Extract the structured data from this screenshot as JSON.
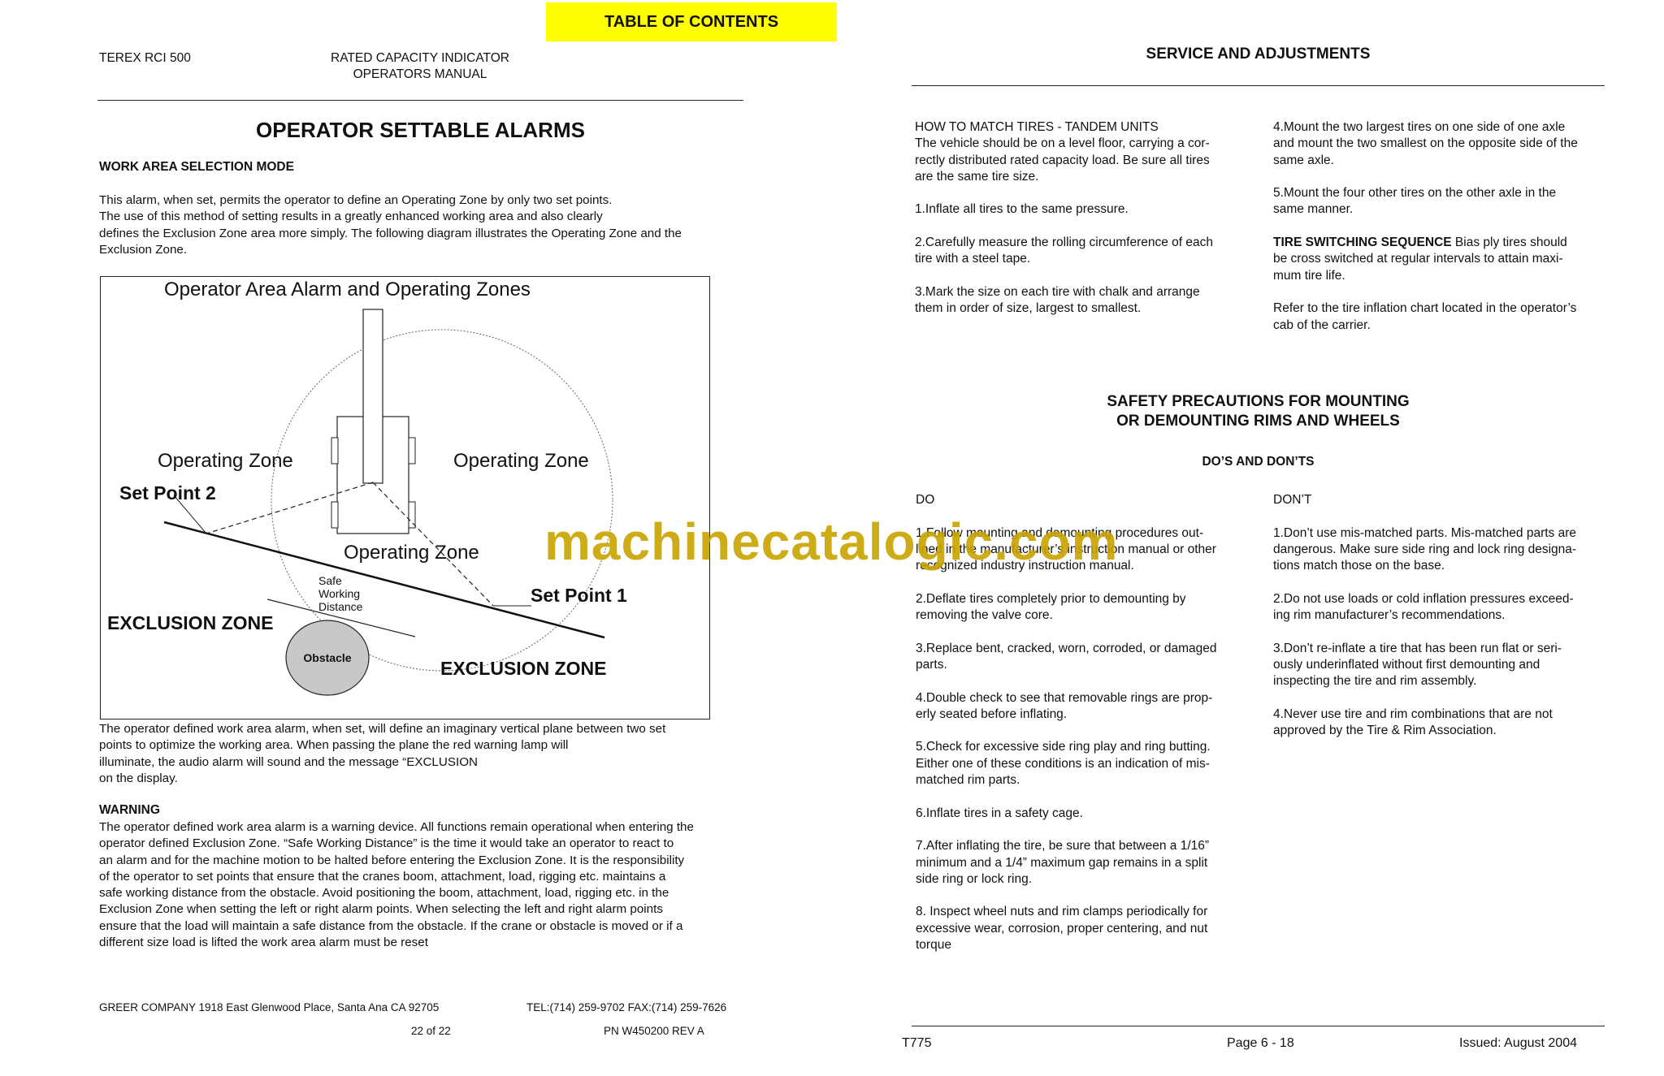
{
  "toc_button": "TABLE OF CONTENTS",
  "left_page": {
    "header_product": "TEREX RCI 500",
    "header_manual_line1": "RATED CAPACITY INDICATOR",
    "header_manual_line2": "OPERATORS MANUAL",
    "title": "OPERATOR SETTABLE ALARMS",
    "section_heading": "WORK AREA SELECTION MODE",
    "intro_lines": [
      "This alarm, when set, permits the operator to define an Operating Zone by only two set points.",
      "The use of this method of setting results in a greatly enhanced working area and also clearly",
      "defines the Exclusion Zone area more simply. The following diagram illustrates the Operating Zone and the",
      "Exclusion Zone."
    ],
    "diagram": {
      "title": "Operator Area Alarm and Operating Zones",
      "operating_zone_left": "Operating Zone",
      "operating_zone_right": "Operating Zone",
      "operating_zone_center": "Operating Zone",
      "set_point_2": "Set Point 2",
      "set_point_1": "Set Point 1",
      "safe_working_distance": [
        "Safe",
        "Working",
        "Distance"
      ],
      "exclusion_zone_left": "EXCLUSION ZONE",
      "exclusion_zone_right": "EXCLUSION ZONE",
      "obstacle": "Obstacle"
    },
    "after_diagram_lines": [
      "The operator defined work area alarm, when set, will define an imaginary vertical plane between two set",
      "points to optimize the working area. When passing the plane the red warning lamp will",
      "illuminate, the audio alarm will sound and the message “EXCLUSION",
      "on the display."
    ],
    "warning_heading": "WARNING",
    "warning_lines": [
      "The operator defined work area alarm is a warning device. All functions remain operational when entering the",
      "operator defined Exclusion Zone.  “Safe Working Distance” is the time it would take an operator to react to",
      "an alarm and for the machine motion to be halted before entering the Exclusion Zone. It is the responsibility",
      "of the operator to set points that ensure that the cranes boom, attachment, load, rigging etc. maintains a",
      "safe working distance from the obstacle. Avoid positioning the boom, attachment, load, rigging etc. in the",
      "Exclusion Zone when setting the left or right alarm points. When selecting the left and right alarm points",
      "ensure that the load will maintain a safe distance from the obstacle. If the crane or obstacle is moved or if a",
      "different size load is lifted the work area alarm must be reset"
    ],
    "footer_company": "GREER COMPANY 1918 East Glenwood Place, Santa Ana  CA 92705",
    "footer_phone": "TEL:(714) 259-9702  FAX:(714) 259-7626",
    "footer_page": "22 of 22",
    "footer_pn": "PN W450200 REV A"
  },
  "right_page": {
    "header_title": "SERVICE AND ADJUSTMENTS",
    "tires_heading": "HOW TO MATCH TIRES - TANDEM UNITS",
    "tires_col1": [
      "The vehicle should be on a level floor, carrying a cor-\nrectly distributed rated capacity load. Be sure all tires\nare the same tire size.",
      "1.Inflate all tires to the same pressure.",
      "2.Carefully measure the rolling circumference of each\ntire with a steel tape.",
      "3.Mark the size on each tire with chalk and arrange\nthem in order of size, largest to smallest."
    ],
    "tires_col2": [
      "4.Mount the two largest tires on one side of one axle\nand mount the two smallest on the opposite side of the\nsame axle.",
      "5.Mount the four other tires on the other axle in the\nsame manner."
    ],
    "switching_label": "TIRE SWITCHING SEQUENCE",
    "switching_text": " Bias ply tires should\nbe cross switched at regular intervals to attain maxi-\nmum tire life.",
    "refer_text": "Refer to the tire inflation chart located in the operator’s\ncab of the carrier.",
    "safety_title_line1": "SAFETY PRECAUTIONS FOR MOUNTING",
    "safety_title_line2": "OR DEMOUNTING RIMS AND WHEELS",
    "dos_donts_heading": "DO’S AND DON’TS",
    "do_heading": "DO",
    "dont_heading": "DON’T",
    "do_items": [
      "1.Follow mounting and demounting procedures out-\nlined in the manufacturer’s instruction manual or other\nrecognized industry instruction manual.",
      "2.Deflate tires completely prior to demounting by\nremoving the valve core.",
      "3.Replace bent, cracked, worn, corroded, or damaged\nparts.",
      "4.Double check to see that removable rings are prop-\nerly seated before inflating.",
      "5.Check for excessive side ring play and ring butting.\nEither one of these conditions is an indication of mis-\nmatched rim parts.",
      "6.Inflate tires in a safety cage.",
      "7.After inflating the tire, be sure that between a 1/16”\nminimum and a 1/4” maximum gap remains in a split\nside ring or lock ring.",
      "8. Inspect wheel nuts and rim clamps periodically for\nexcessive wear, corrosion, proper centering, and nut\ntorque"
    ],
    "dont_items": [
      "1.Don’t use mis-matched parts. Mis-matched parts are\ndangerous. Make sure side ring and lock ring designa-\ntions match those on the base.",
      "2.Do not use loads or cold inflation pressures exceed-\ning rim manufacturer’s recommendations.",
      "3.Don’t re-inflate a tire that has been run flat or seri-\nously underinflated without first demounting and\ninspecting the tire and rim assembly.",
      "4.Never use tire and rim combinations that are not\napproved by the Tire & Rim Association."
    ],
    "footer_doc": "T775",
    "footer_page": "Page 6 - 18",
    "footer_issued": "Issued: August 2004"
  },
  "watermark": "machinecatalogic.com"
}
